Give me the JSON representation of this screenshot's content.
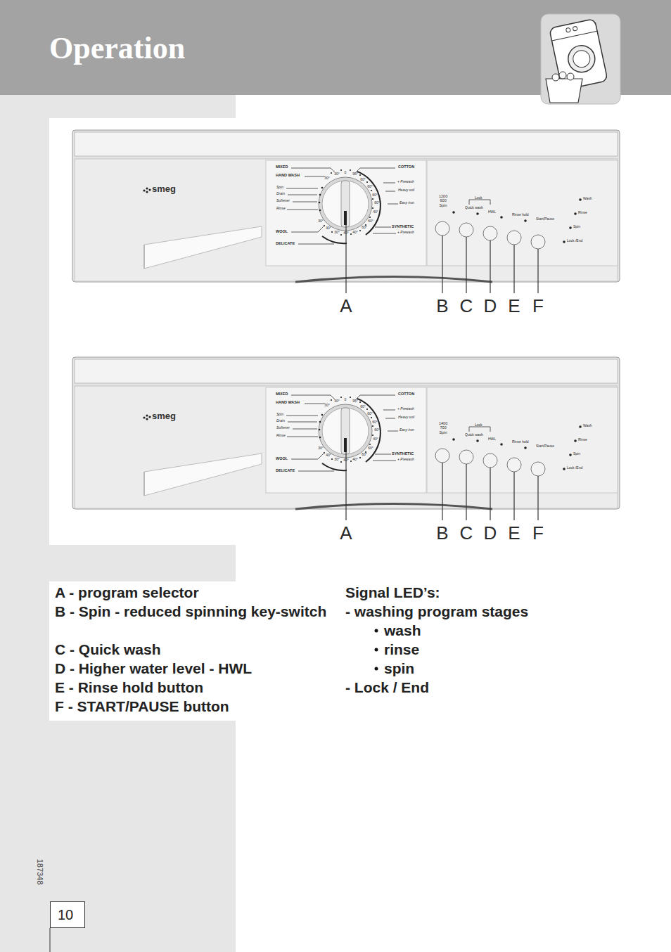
{
  "diagram": {
    "title": "Operation",
    "nodes": [
      {
        "text": [
          "10"
        ]
      }
    ],
    "labels": [
      "smeg",
      "MIXED",
      "HAND WASH",
      "Spin",
      "Drain",
      "Softener",
      "Rinse",
      "WOOL",
      "DELICATE",
      "COTTON",
      "+ Prewash",
      "Heavy soil",
      "Easy iron",
      "SYNTHETIC",
      "+ Prewash",
      "30°",
      "30°",
      "0",
      "95°",
      "60°",
      "60°",
      "60°",
      "60°",
      "40°",
      "60°",
      "60°",
      "40°",
      "40°",
      "30°",
      "40°",
      "30°",
      "1200 600 Spin",
      "Lock",
      "Quick wash",
      "HWL",
      "Rinse hold",
      "Start/Pause",
      "Wash",
      "Rinse",
      "Spin",
      "Lock /End",
      "A",
      "B",
      "C",
      "D",
      "E",
      "F",
      "smeg",
      "MIXED",
      "HAND WASH",
      "Spin",
      "Drain",
      "Softener",
      "Rinse",
      "WOOL",
      "DELICATE",
      "COTTON",
      "+ Prewash",
      "Heavy soil",
      "Easy iron",
      "SYNTHETIC",
      "+ Prewash",
      "30°",
      "30°",
      "0",
      "95°",
      "60°",
      "60°",
      "60°",
      "60°",
      "40°",
      "60°",
      "60°",
      "40°",
      "40°",
      "30°",
      "40°",
      "30°",
      "1400 700 Spin",
      "Lock",
      "Quick wash",
      "HWL",
      "Rinse hold",
      "Start/Pause",
      "Wash",
      "Rinse",
      "Spin",
      "Lock /End",
      "A",
      "B",
      "C",
      "D",
      "E",
      "F",
      "A - program selector",
      "B - Spin - reduced spinning key-switch",
      "C - Quick wash",
      "D - Higher water level - HWL",
      "E - Rinse hold button",
      "F - START/PAUSE button",
      "Signal LED’s:",
      "- washing program stages",
      "wash",
      "rinse",
      "spin",
      "- Lock / End",
      "187348"
    ]
  }
}
